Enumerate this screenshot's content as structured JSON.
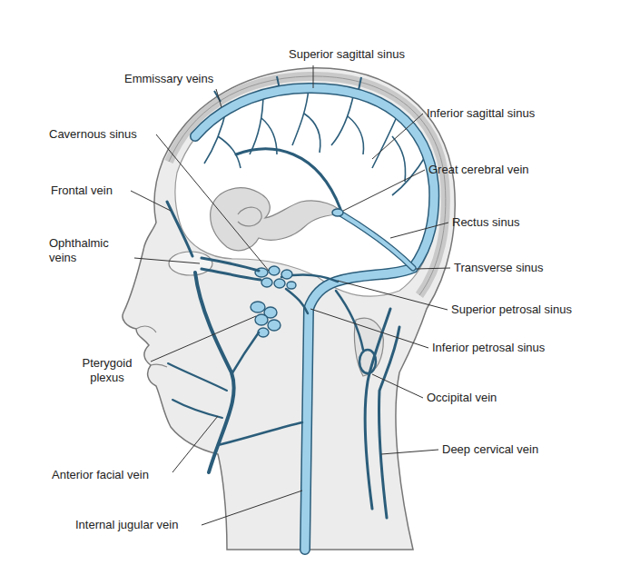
{
  "diagram": {
    "labels": [
      "Superior sagittal sinus",
      "Emmissary veins",
      "Inferior sagittal sinus",
      "Cavernous sinus",
      "Great cerebral vein",
      "Frontal vein",
      "Rectus sinus",
      "Ophthalmic veins",
      "Transverse sinus",
      "Superior petrosal sinus",
      "Pterygoid plexus",
      "Inferior petrosal sinus",
      "Occipital vein",
      "Deep cervical vein",
      "Anterior facial vein",
      "Internal jugular vein"
    ]
  }
}
